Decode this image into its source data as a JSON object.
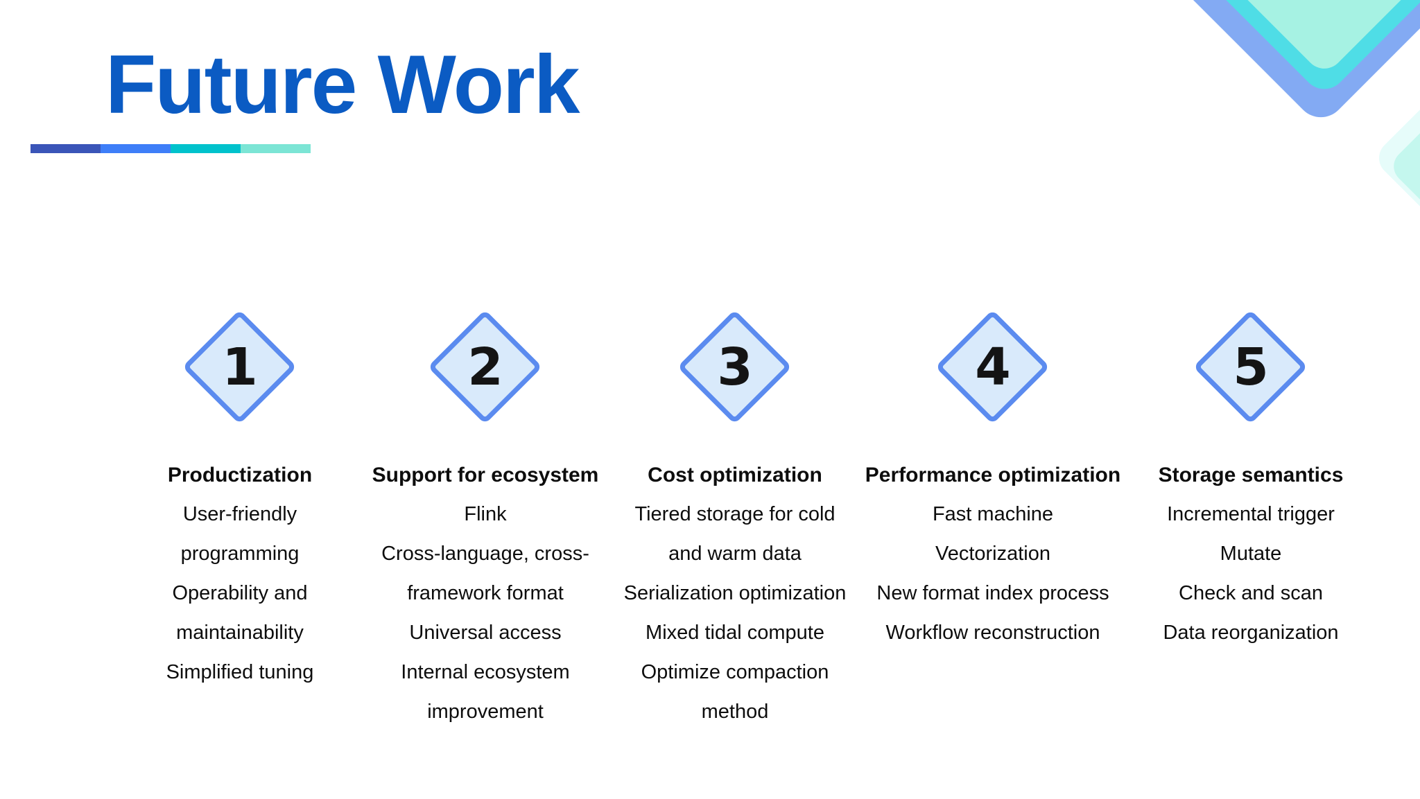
{
  "title": "Future Work",
  "theme": {
    "title_color": "#0b5bc3",
    "text_color": "#0d0d0d",
    "diamond_fill": "#d9eafb",
    "diamond_border": "#5b8bef",
    "number_color": "#141414"
  },
  "accent_bar": {
    "segment_colors": [
      "#3a55b8",
      "#3e7ef8",
      "#00c2cc",
      "#7ce5d5"
    ]
  },
  "decorations": {
    "corner": {
      "outer": "#83aaf3",
      "middle": "#4fdde6",
      "inner": "#a6f2e3"
    },
    "edge": {
      "outer": "#e6fcfa",
      "inner": "#c4f7ee"
    }
  },
  "columns": [
    {
      "number": "1",
      "title": "Productization",
      "items": [
        "User-friendly\nprogramming",
        "Operability and\nmaintainability",
        "Simplified tuning"
      ]
    },
    {
      "number": "2",
      "title": "Support for ecosystem",
      "items": [
        "Flink",
        "Cross-language, cross-\nframework format",
        "Universal access",
        "Internal ecosystem\nimprovement"
      ]
    },
    {
      "number": "3",
      "title": "Cost optimization",
      "items": [
        "Tiered storage for cold\nand warm data",
        "Serialization optimization",
        "Mixed tidal compute",
        "Optimize compaction\nmethod"
      ]
    },
    {
      "number": "4",
      "title": "Performance optimization",
      "items": [
        "Fast machine",
        "Vectorization",
        "New format index process",
        "Workflow reconstruction"
      ]
    },
    {
      "number": "5",
      "title": "Storage semantics",
      "items": [
        "Incremental trigger",
        "Mutate",
        "Check and scan",
        "Data reorganization"
      ]
    }
  ]
}
